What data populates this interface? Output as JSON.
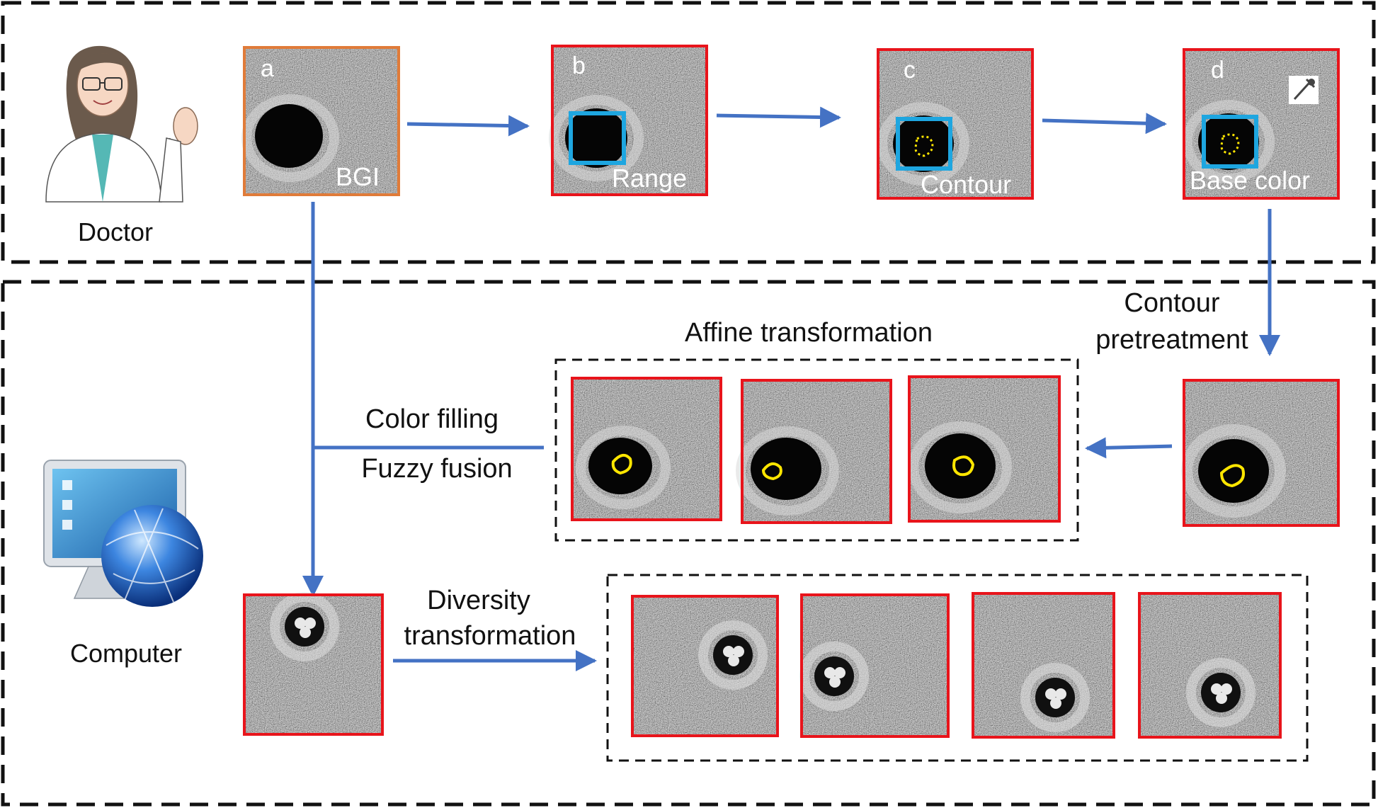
{
  "actors": {
    "doctor_label": "Doctor",
    "computer_label": "Computer"
  },
  "panels": [
    {
      "letter": "a",
      "caption": "BGI"
    },
    {
      "letter": "b",
      "caption": "Range"
    },
    {
      "letter": "c",
      "caption": "Contour"
    },
    {
      "letter": "d",
      "caption": "Base color"
    }
  ],
  "steps": {
    "contour_pretreatment_line1": "Contour",
    "contour_pretreatment_line2": "pretreatment",
    "affine_transformation": "Affine transformation",
    "color_filling": "Color filling",
    "fuzzy_fusion": "Fuzzy fusion",
    "diversity_line1": "Diversity",
    "diversity_line2": "transformation"
  },
  "colors": {
    "arrow": "#4472c4",
    "frame_red": "#e8141b",
    "frame_orange": "#e07b39",
    "range_box": "#1ea6e0",
    "contour": "#ffe600",
    "dashed_border": "#111111"
  },
  "icons": [
    "doctor-illustration",
    "computer-globe-icon",
    "eyedropper-icon"
  ]
}
